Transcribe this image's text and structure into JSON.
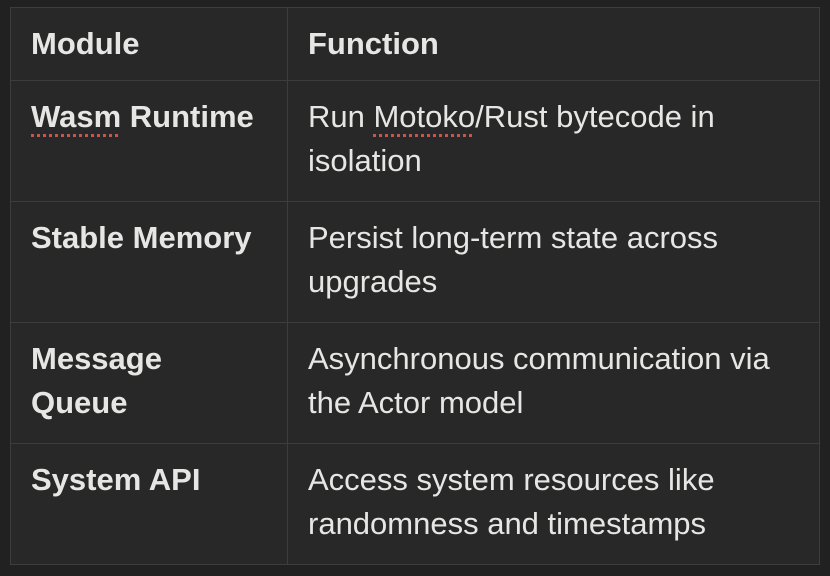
{
  "theme": {
    "page_background": "#212121",
    "cell_background": "#282828",
    "border_color": "#3d3d3d",
    "text_color": "#e6e6e4",
    "spellcheck_underline_color": "#c2574e"
  },
  "table": {
    "headers": [
      "Module",
      "Function"
    ],
    "rows": [
      {
        "module_flagged": "Wasm",
        "module_rest": " Runtime",
        "function_line1_before": "Run ",
        "function_line1_flagged": "Motoko",
        "function_line1_after": "/Rust bytecode in",
        "function_line2": "isolation"
      },
      {
        "module": "Stable Memory",
        "function_line1": "Persist long-term state across",
        "function_line2": "upgrades"
      },
      {
        "module": "Message Queue",
        "function_line1": "Asynchronous communication via",
        "function_line2": "the Actor model"
      },
      {
        "module": "System API",
        "function_line1": "Access system resources like",
        "function_line2": "randomness and timestamps"
      }
    ]
  }
}
